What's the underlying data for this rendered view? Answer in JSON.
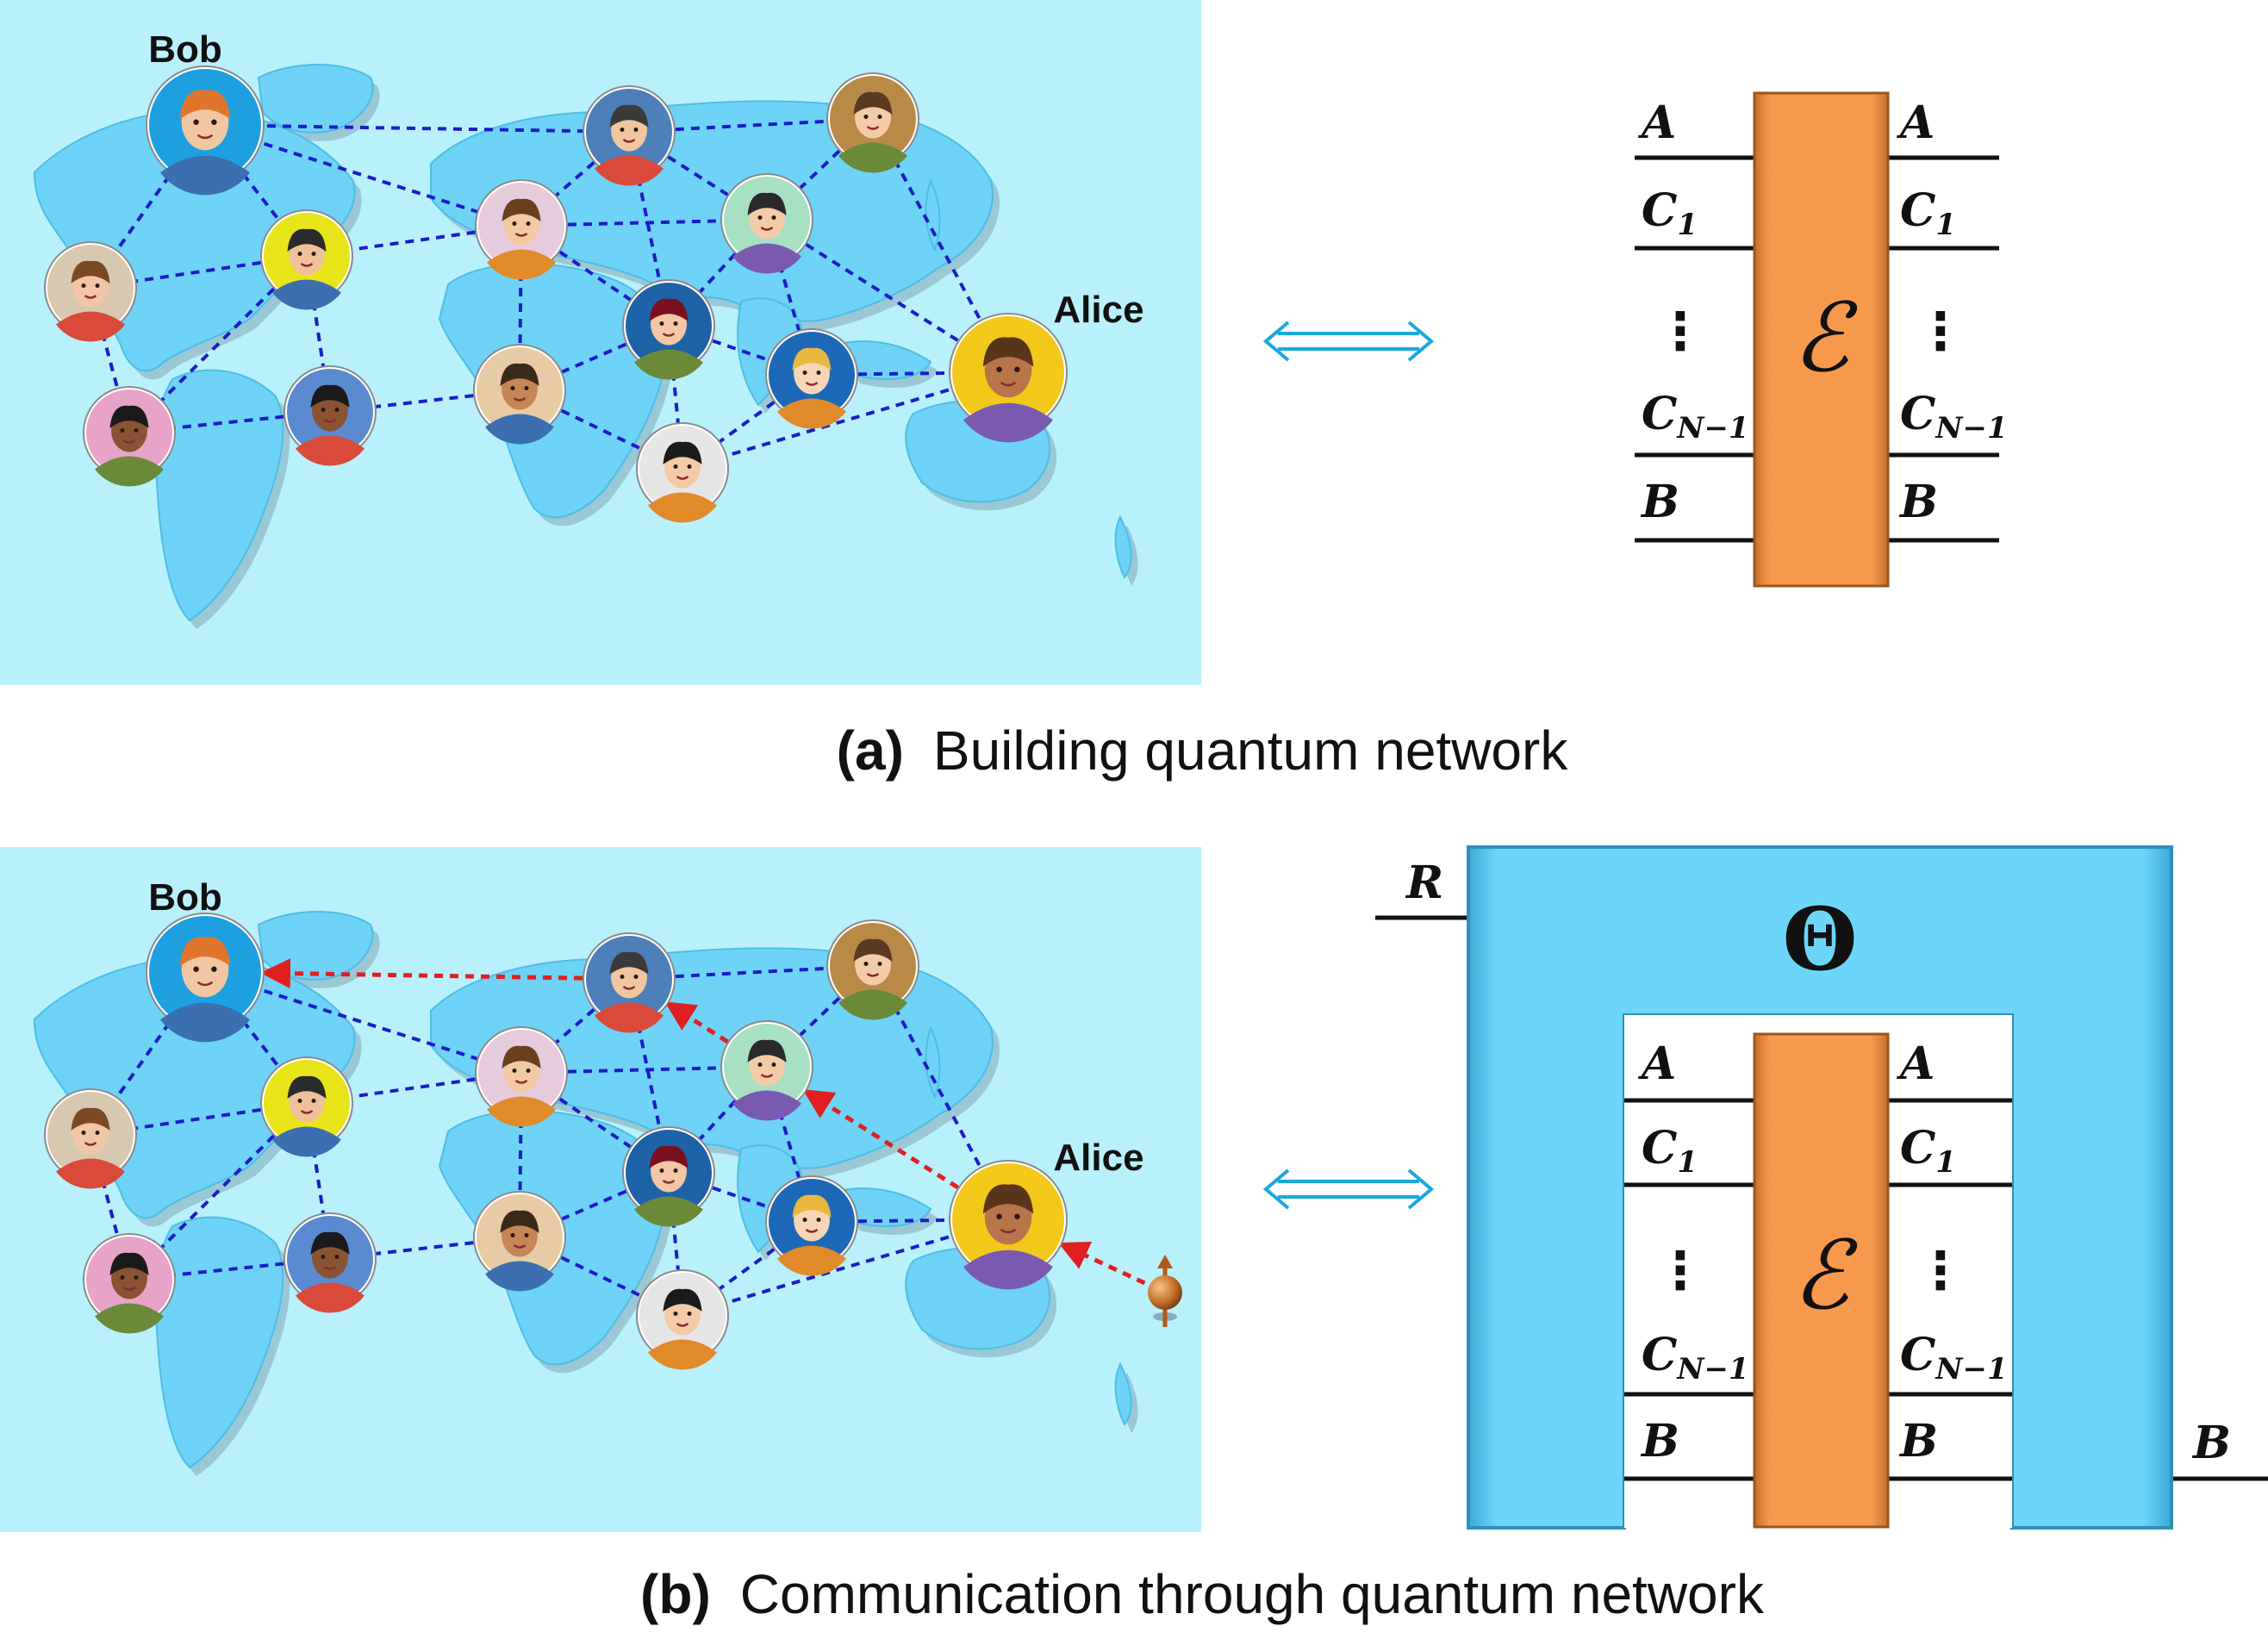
{
  "panel_a": {
    "tag": "(a)",
    "caption": "Building quantum network",
    "bob_label": "Bob",
    "alice_label": "Alice",
    "channel_symbol": "ℰ"
  },
  "panel_b": {
    "tag": "(b)",
    "caption": "Communication through quantum network",
    "bob_label": "Bob",
    "alice_label": "Alice",
    "channel_symbol": "ℰ",
    "supermap_symbol": "Θ",
    "reference_label": "R",
    "output_label": "B"
  },
  "wires": {
    "a": "A",
    "c": "C",
    "c1_sub": "1",
    "cn_sub": "N−1",
    "b": "B",
    "dots": "⋮"
  },
  "colors": {
    "map_background": "#b8f1fb",
    "continent": "#6ed3f6",
    "network_link": "#1c1cc8",
    "message_path": "#e02020",
    "channel_box": "#f7994d",
    "supermap_box": "#6dd6f8",
    "equivalence_arrow": "#1aa8e0"
  },
  "icons": [
    "person-avatar-icon",
    "spin-qubit-icon",
    "double-arrow-icon"
  ]
}
